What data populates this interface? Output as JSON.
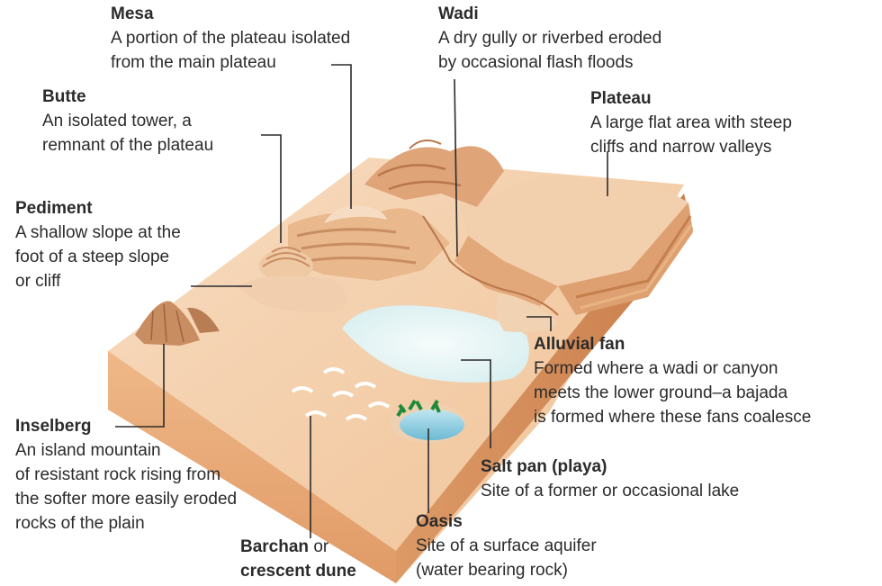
{
  "labels": {
    "mesa": {
      "title": "Mesa",
      "line1": "A portion of the plateau isolated",
      "line2": "from the main plateau"
    },
    "wadi": {
      "title": "Wadi",
      "line1": "A dry gully or riverbed eroded",
      "line2": "by occasional flash floods"
    },
    "butte": {
      "title": "Butte",
      "line1": "An isolated tower, a",
      "line2": "remnant of the plateau"
    },
    "plateau": {
      "title": "Plateau",
      "line1": "A large flat area with steep",
      "line2": "cliffs and narrow valleys"
    },
    "pediment": {
      "title": "Pediment",
      "line1": "A shallow slope at the",
      "line2": "foot of a steep slope",
      "line3": "or cliff"
    },
    "alluvial_fan": {
      "title": "Alluvial fan",
      "line1": "Formed where a wadi or canyon",
      "line2": "meets the lower ground–a bajada",
      "line3": "is formed where these fans coalesce"
    },
    "inselberg": {
      "title": "Inselberg",
      "line1": "An island mountain",
      "line2": "of resistant rock rising from",
      "line3": "the softer more easily eroded",
      "line4": "rocks of the plain"
    },
    "salt_pan": {
      "title": "Salt pan (playa)",
      "line1": "Site of a former or occasional lake"
    },
    "oasis": {
      "title": "Oasis",
      "line1": "Site of a surface aquifer",
      "line2": "(water bearing rock)"
    },
    "barchan": {
      "title": "Barchan",
      "connector": "or",
      "title2": "crescent dune"
    }
  },
  "colors": {
    "sand_top": "#f3c9a0",
    "sand_light": "#f7dcc0",
    "side_front": "#e8a877",
    "side_right": "#d48c5a",
    "rock": "#c98d62",
    "salt_pan": "#e9f5f5",
    "water": "#8ccbe0",
    "palm": "#1f8a3a",
    "text": "#2b2b2b"
  }
}
